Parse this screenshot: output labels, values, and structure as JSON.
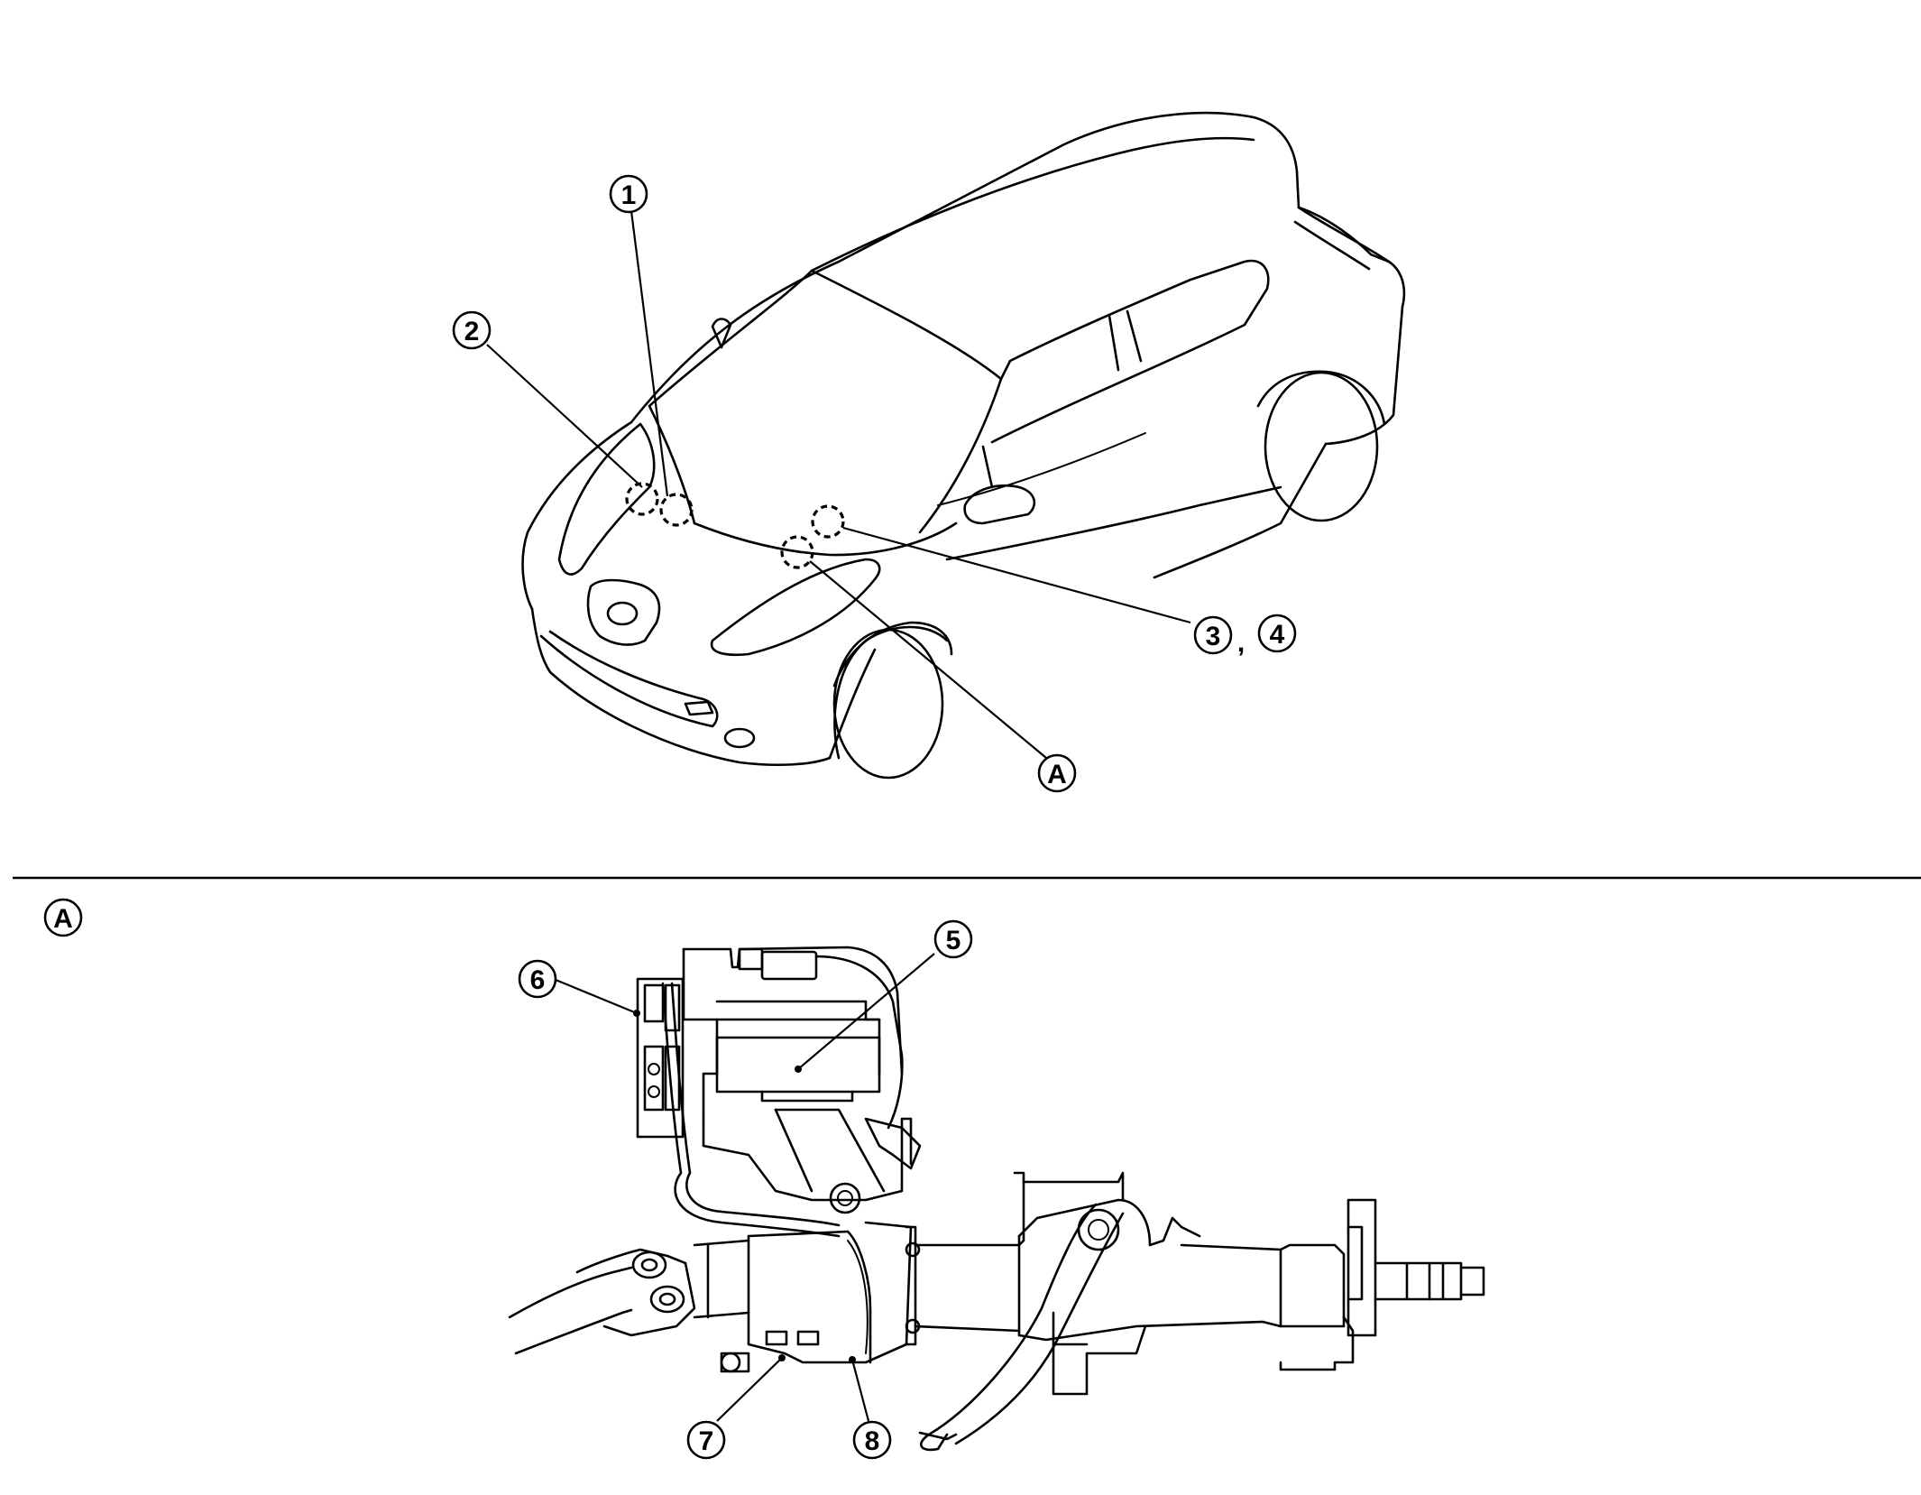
{
  "callouts": {
    "c1": "1",
    "c2": "2",
    "c3": "3",
    "c4": "4",
    "cA_top": "A",
    "cA_section": "A",
    "c5": "5",
    "c6": "6",
    "c7": "7",
    "c8": "8"
  },
  "separator": ","
}
